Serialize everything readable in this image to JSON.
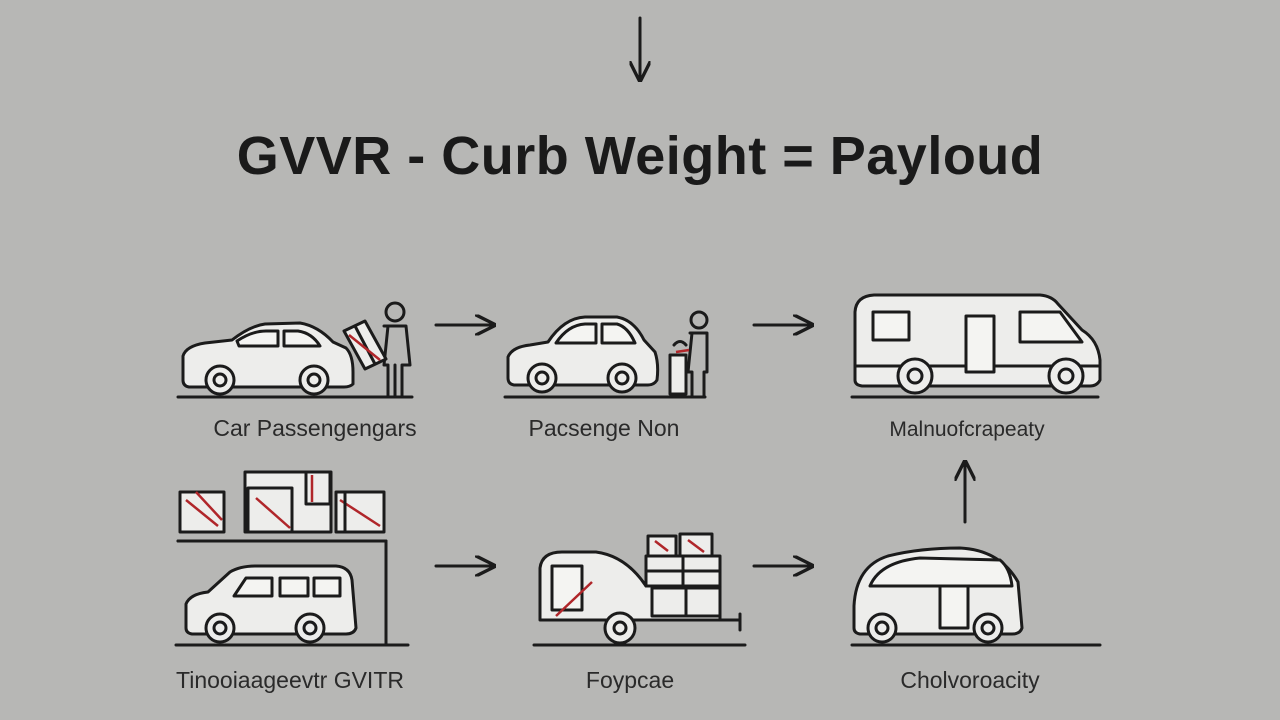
{
  "diagram": {
    "formula": "GVVR - Curb Weight = Payloud",
    "captions": {
      "car_passengers": "Car Passengengars",
      "passenger_non": "Pacsenge Non",
      "manufacturer_capacity": "Malnuofcrapeaty",
      "towing_gvtr": "Tinooiaageevtr GVITR",
      "foypcae": "Foypcae",
      "cholvoroacity": "Cholvoroacity"
    }
  },
  "colors": {
    "background": "#b7b7b5",
    "ink": "#1b1b1b",
    "accent_red": "#b0262a"
  }
}
